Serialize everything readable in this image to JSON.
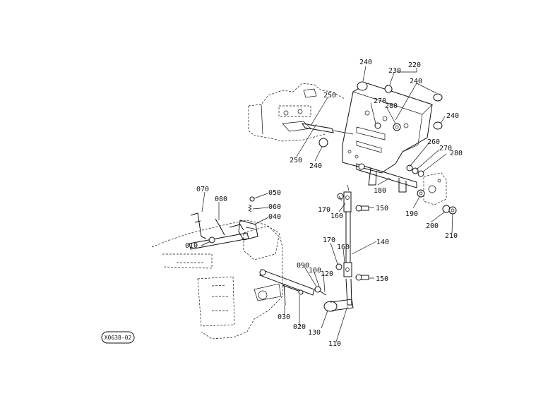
{
  "diagram": {
    "reference_code": "X0638-02",
    "part_labels": {
      "p240a": "240",
      "p230": "230",
      "p220": "220",
      "p240b": "240",
      "p270a": "270",
      "p280a": "280",
      "p250a": "250",
      "p240c": "240",
      "p260": "260",
      "p270b": "270",
      "p280b": "280",
      "p250b": "250",
      "p240d": "240",
      "p180": "180",
      "p070": "070",
      "p080": "080",
      "p050": "050",
      "p060": "060",
      "p040": "040",
      "p170a": "170",
      "p160a": "160",
      "p150a": "150",
      "p190": "190",
      "p200": "200",
      "p210": "210",
      "p010": "010",
      "p170b": "170",
      "p160b": "160",
      "p140": "140",
      "p090": "090",
      "p100": "100",
      "p120": "120",
      "p150b": "150",
      "p030": "030",
      "p020": "020",
      "p130": "130",
      "p110": "110"
    }
  }
}
